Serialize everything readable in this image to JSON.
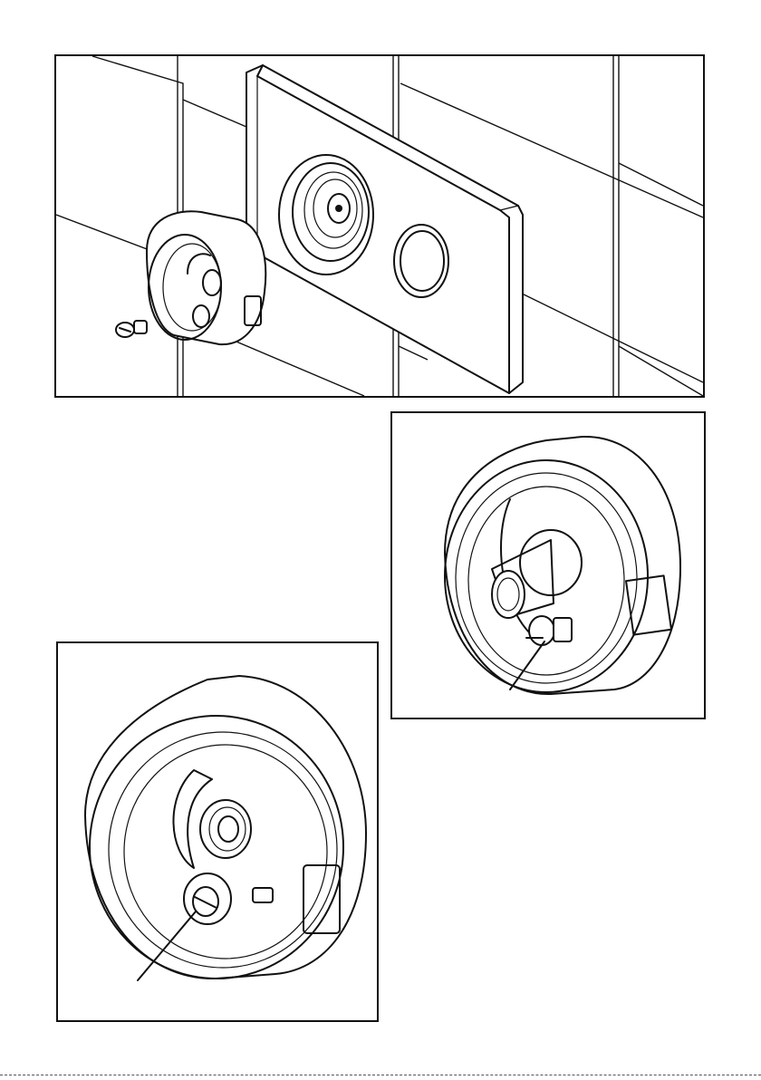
{
  "figure": {
    "panels": [
      {
        "id": "overview",
        "depicts": "wall-plate-with-knob-and-button"
      },
      {
        "id": "knob-rear-spindle",
        "depicts": "control-knob-rear-with-spline-and-pin"
      },
      {
        "id": "knob-rear-screw",
        "depicts": "control-knob-rear-with-grub-screw"
      }
    ],
    "callouts": 2,
    "colors": {
      "line": "#111111",
      "background": "#ffffff"
    }
  }
}
